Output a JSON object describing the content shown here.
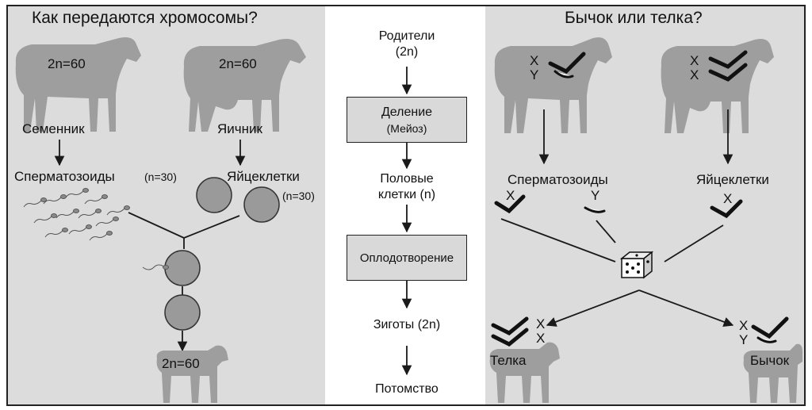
{
  "left": {
    "title": "Как передаются хромосомы?",
    "father_chromosomes": "2n=60",
    "mother_chromosomes": "2n=60",
    "father_organ": "Семенник",
    "mother_organ": "Яичник",
    "sperm_label": "Сперматозоиды",
    "sperm_count": "(n=30)",
    "egg_label": "Яйцеклетки",
    "egg_count": "(n=30)",
    "calf_chromosomes": "2n=60"
  },
  "center": {
    "parents_line1": "Родители",
    "parents_line2": "(2n)",
    "division_line1": "Деление",
    "division_line2": "(Мейоз)",
    "gametes_line1": "Половые",
    "gametes_line2": "клетки (n)",
    "fertilization": "Оплодотворение",
    "zygotes": "Зиготы (2n)",
    "offspring": "Потомство"
  },
  "right": {
    "title": "Бычок или телка?",
    "bull_x": "X",
    "bull_y": "Y",
    "cow_x1": "X",
    "cow_x2": "X",
    "sperm_label": "Сперматозоиды",
    "egg_label": "Яйцеклетки",
    "sperm_x": "X",
    "sperm_y": "Y",
    "egg_x": "X",
    "heifer_x1": "X",
    "heifer_x2": "X",
    "bullcalf_x": "X",
    "bullcalf_y": "Y",
    "heifer_label": "Телка",
    "bullcalf_label": "Бычок"
  },
  "colors": {
    "panel_bg": "#dcdcdc",
    "animal_silhouette": "#9e9e9e",
    "cell_fill": "#9a9a9a",
    "line": "#1a1a1a"
  }
}
